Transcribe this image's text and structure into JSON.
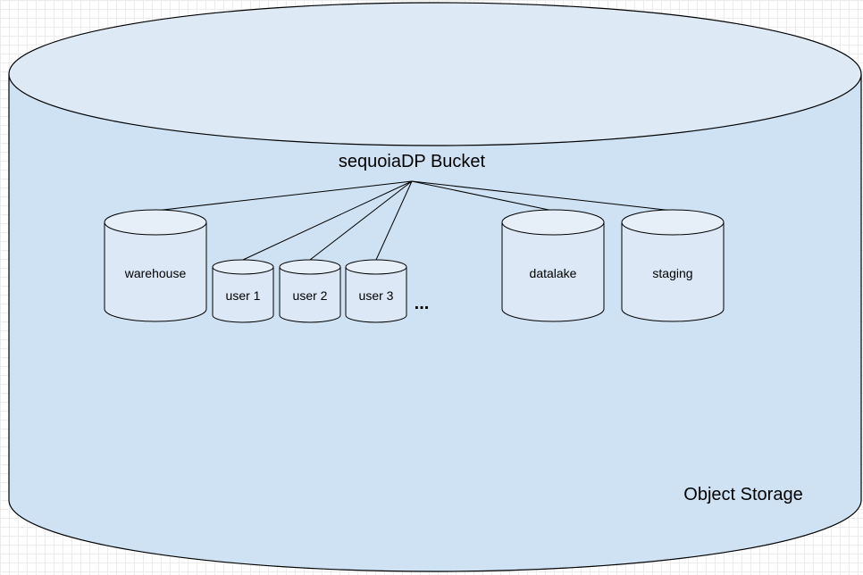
{
  "diagram": {
    "outer_cylinder_label": "Object Storage",
    "bucket_label": "sequoiaDP Bucket",
    "containers": [
      {
        "id": "warehouse",
        "label": "warehouse"
      },
      {
        "id": "user1",
        "label": "user 1"
      },
      {
        "id": "user2",
        "label": "user 2"
      },
      {
        "id": "user3",
        "label": "user 3"
      },
      {
        "id": "datalake",
        "label": "datalake"
      },
      {
        "id": "staging",
        "label": "staging"
      }
    ],
    "ellipsis": "...",
    "colors": {
      "outer_fill": "#cfe2f3",
      "outer_top": "#dde9f5",
      "can_fill": "#dce8f5",
      "can_top": "#e6eff8",
      "stroke": "#000000"
    }
  }
}
